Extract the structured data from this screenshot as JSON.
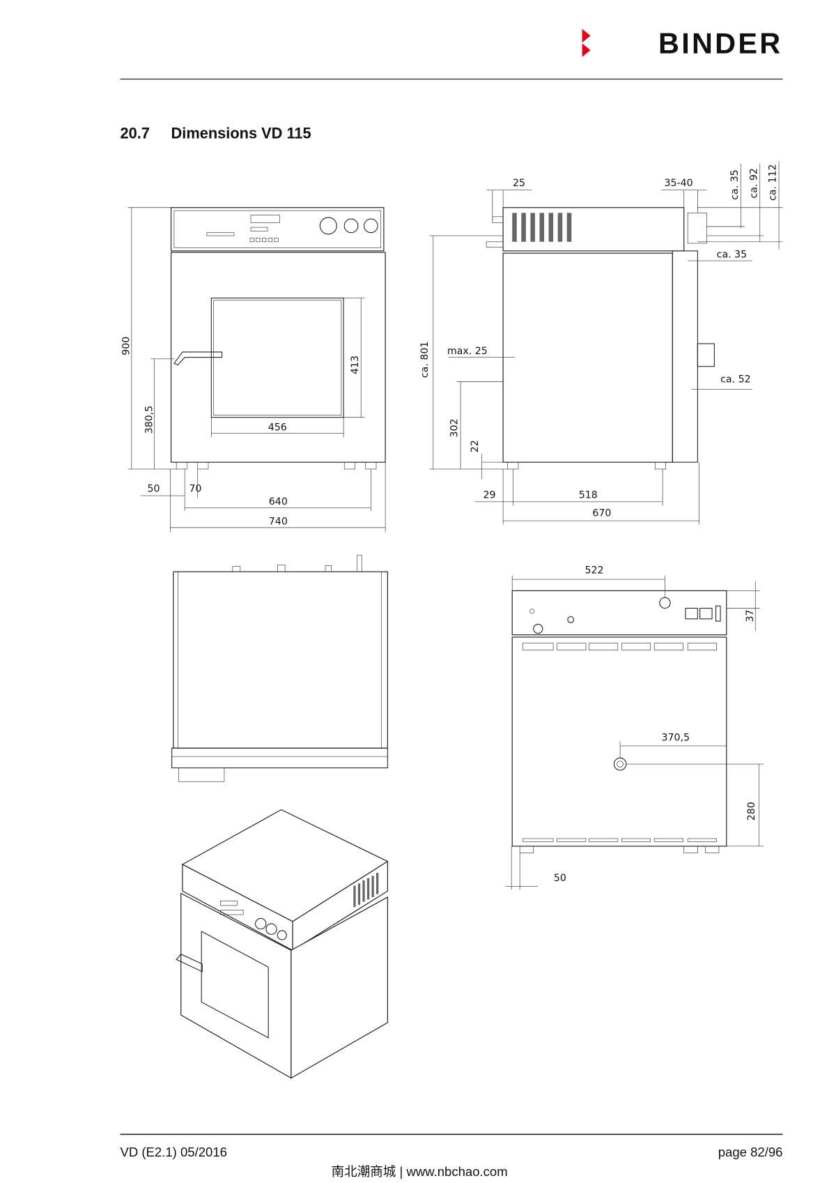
{
  "header": {
    "logo": "BINDER",
    "logo_color": "#e30613"
  },
  "section": {
    "number": "20.7",
    "title": "Dimensions VD 115"
  },
  "front_view": {
    "height": "900",
    "door_handle_height": "380,5",
    "window_height": "413",
    "window_width": "456",
    "foot_offset": "50",
    "foot_width": "70",
    "foot_spacing": "640",
    "width": "740"
  },
  "side_view": {
    "rear_connection": "25",
    "door_depth": "35-40",
    "top_a": "ca. 35",
    "top_b": "ca. 92",
    "top_c": "ca. 112",
    "door_offset": "ca. 35",
    "height": "ca. 801",
    "rear_max": "max. 25",
    "handle_depth": "ca. 52",
    "connection_height": "302",
    "foot_height": "22",
    "foot_offset": "29",
    "foot_spacing": "518",
    "depth": "670"
  },
  "rear_view": {
    "connection_width": "522",
    "connection_height": "37",
    "port_offset": "370,5",
    "port_height": "280",
    "foot_offset": "50"
  },
  "footer": {
    "doc_id": "VD (E2.1) 05/2016",
    "page": "page 82/96",
    "watermark": "南北潮商城 | www.nbchao.com"
  }
}
